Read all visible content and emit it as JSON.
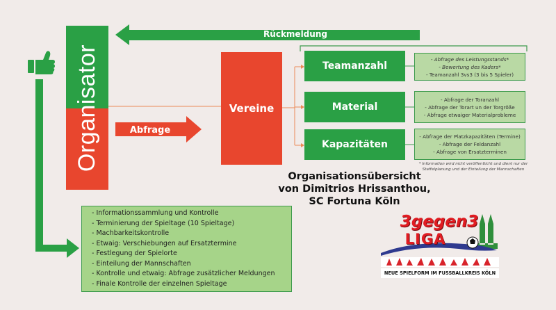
{
  "organisator": {
    "label": "Organisator"
  },
  "feedback_arrow": {
    "label": "Rückmeldung"
  },
  "request_arrow": {
    "label": "Abfrage"
  },
  "vereine": {
    "label": "Vereine"
  },
  "categories": [
    {
      "label": "Teamanzahl",
      "details": [
        {
          "text": "- Abfrage des Leistungsstands*",
          "italic": true
        },
        {
          "text": "- Bewertung des Kaders*",
          "italic": true
        },
        {
          "text": "- Teamanzahl 3vs3 (3 bis 5 Spieler)",
          "italic": false
        }
      ]
    },
    {
      "label": "Material",
      "details": [
        {
          "text": "- Abfrage der Toranzahl",
          "italic": false
        },
        {
          "text": "- Abfrage der Torart un der Torgröße",
          "italic": false
        },
        {
          "text": "- Abfrage etwaiger Materialprobleme",
          "italic": false
        }
      ]
    },
    {
      "label": "Kapazitäten",
      "details": [
        {
          "text": "- Abfrage der Platzkapazitäten (Termine)",
          "italic": false
        },
        {
          "text": "- Abfrage der Feldanzahl",
          "italic": false
        },
        {
          "text": "- Abfrage von Ersatzterminen",
          "italic": false
        }
      ]
    }
  ],
  "footnote": "* Information wird nicht veröffentlicht und dient nur der Staffelplanung und der Einteilung der Mannschaften",
  "title": {
    "line1": "Organisationsübersicht",
    "line2": "von Dimitrios Hrissanthou,",
    "line3": "SC Fortuna Köln"
  },
  "tasks": [
    "- Informationssammlung und Kontrolle",
    "- Terminierung der Spieltage (10 Spieltage)",
    "- Machbarkeitskontrolle",
    "- Etwaig: Verschiebungen auf Ersatztermine",
    "- Festlegung der Spielorte",
    "- Einteilung der Mannschaften",
    "- Kontrolle und etwaig: Abfrage zusätzlicher Meldungen",
    "- Finale Kontrolle der einzelnen Spieltage"
  ],
  "logo": {
    "top": "3gegen3",
    "liga": "LIGA",
    "caption": "NEUE SPIELFORM IM FUSSBALLKREIS KÖLN"
  },
  "colors": {
    "green": "#2aa045",
    "red": "#e8462e",
    "light_green": "#a6d489",
    "detail_green": "#b9d9a4",
    "orange_line": "#ec8a56",
    "background": "#f1ebe9"
  },
  "icons": {
    "approval": "thumbs-up-icon"
  }
}
